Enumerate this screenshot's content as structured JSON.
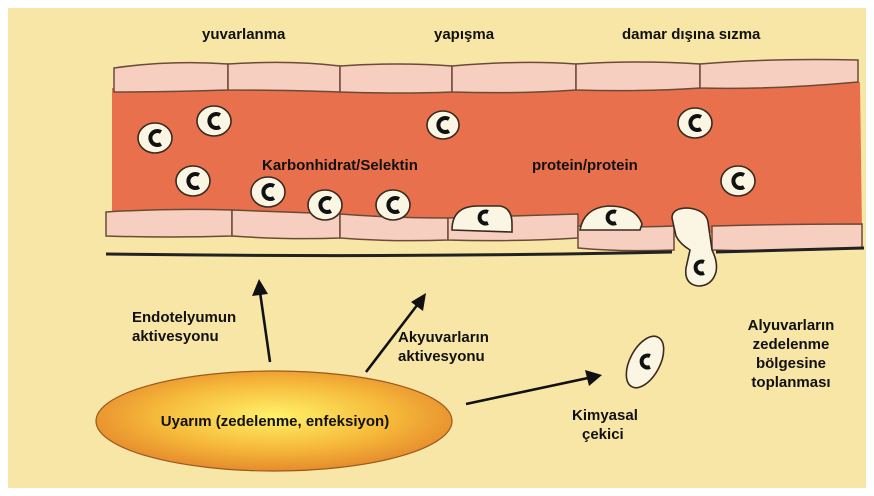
{
  "colors": {
    "background": "#f8e6a6",
    "vessel_lumen": "#e8704c",
    "endothelium": "#f6cfc0",
    "cell_fill": "#fbf6e4",
    "stimulus_fill": "#f4a534"
  },
  "labels": {
    "rolling": "yuvarlanma",
    "adhesion": "yapışma",
    "extravasation": "damar dışına sızma",
    "carb_selectin": "Karbonhidrat/Selektin",
    "protein_protein": "protein/protein",
    "endothelium_activation": [
      "Endotelyumun",
      "aktivesyonu"
    ],
    "leukocyte_activation": [
      "Akyuvarların",
      "aktivesyonu"
    ],
    "recruitment": [
      "Alyuvarların",
      "zedelenme",
      "bölgesine",
      "toplanması"
    ],
    "stimulus": "Uyarım (zedelenme, enfeksiyon)",
    "chemoattractant": [
      "Kimyasal",
      "çekici"
    ]
  }
}
